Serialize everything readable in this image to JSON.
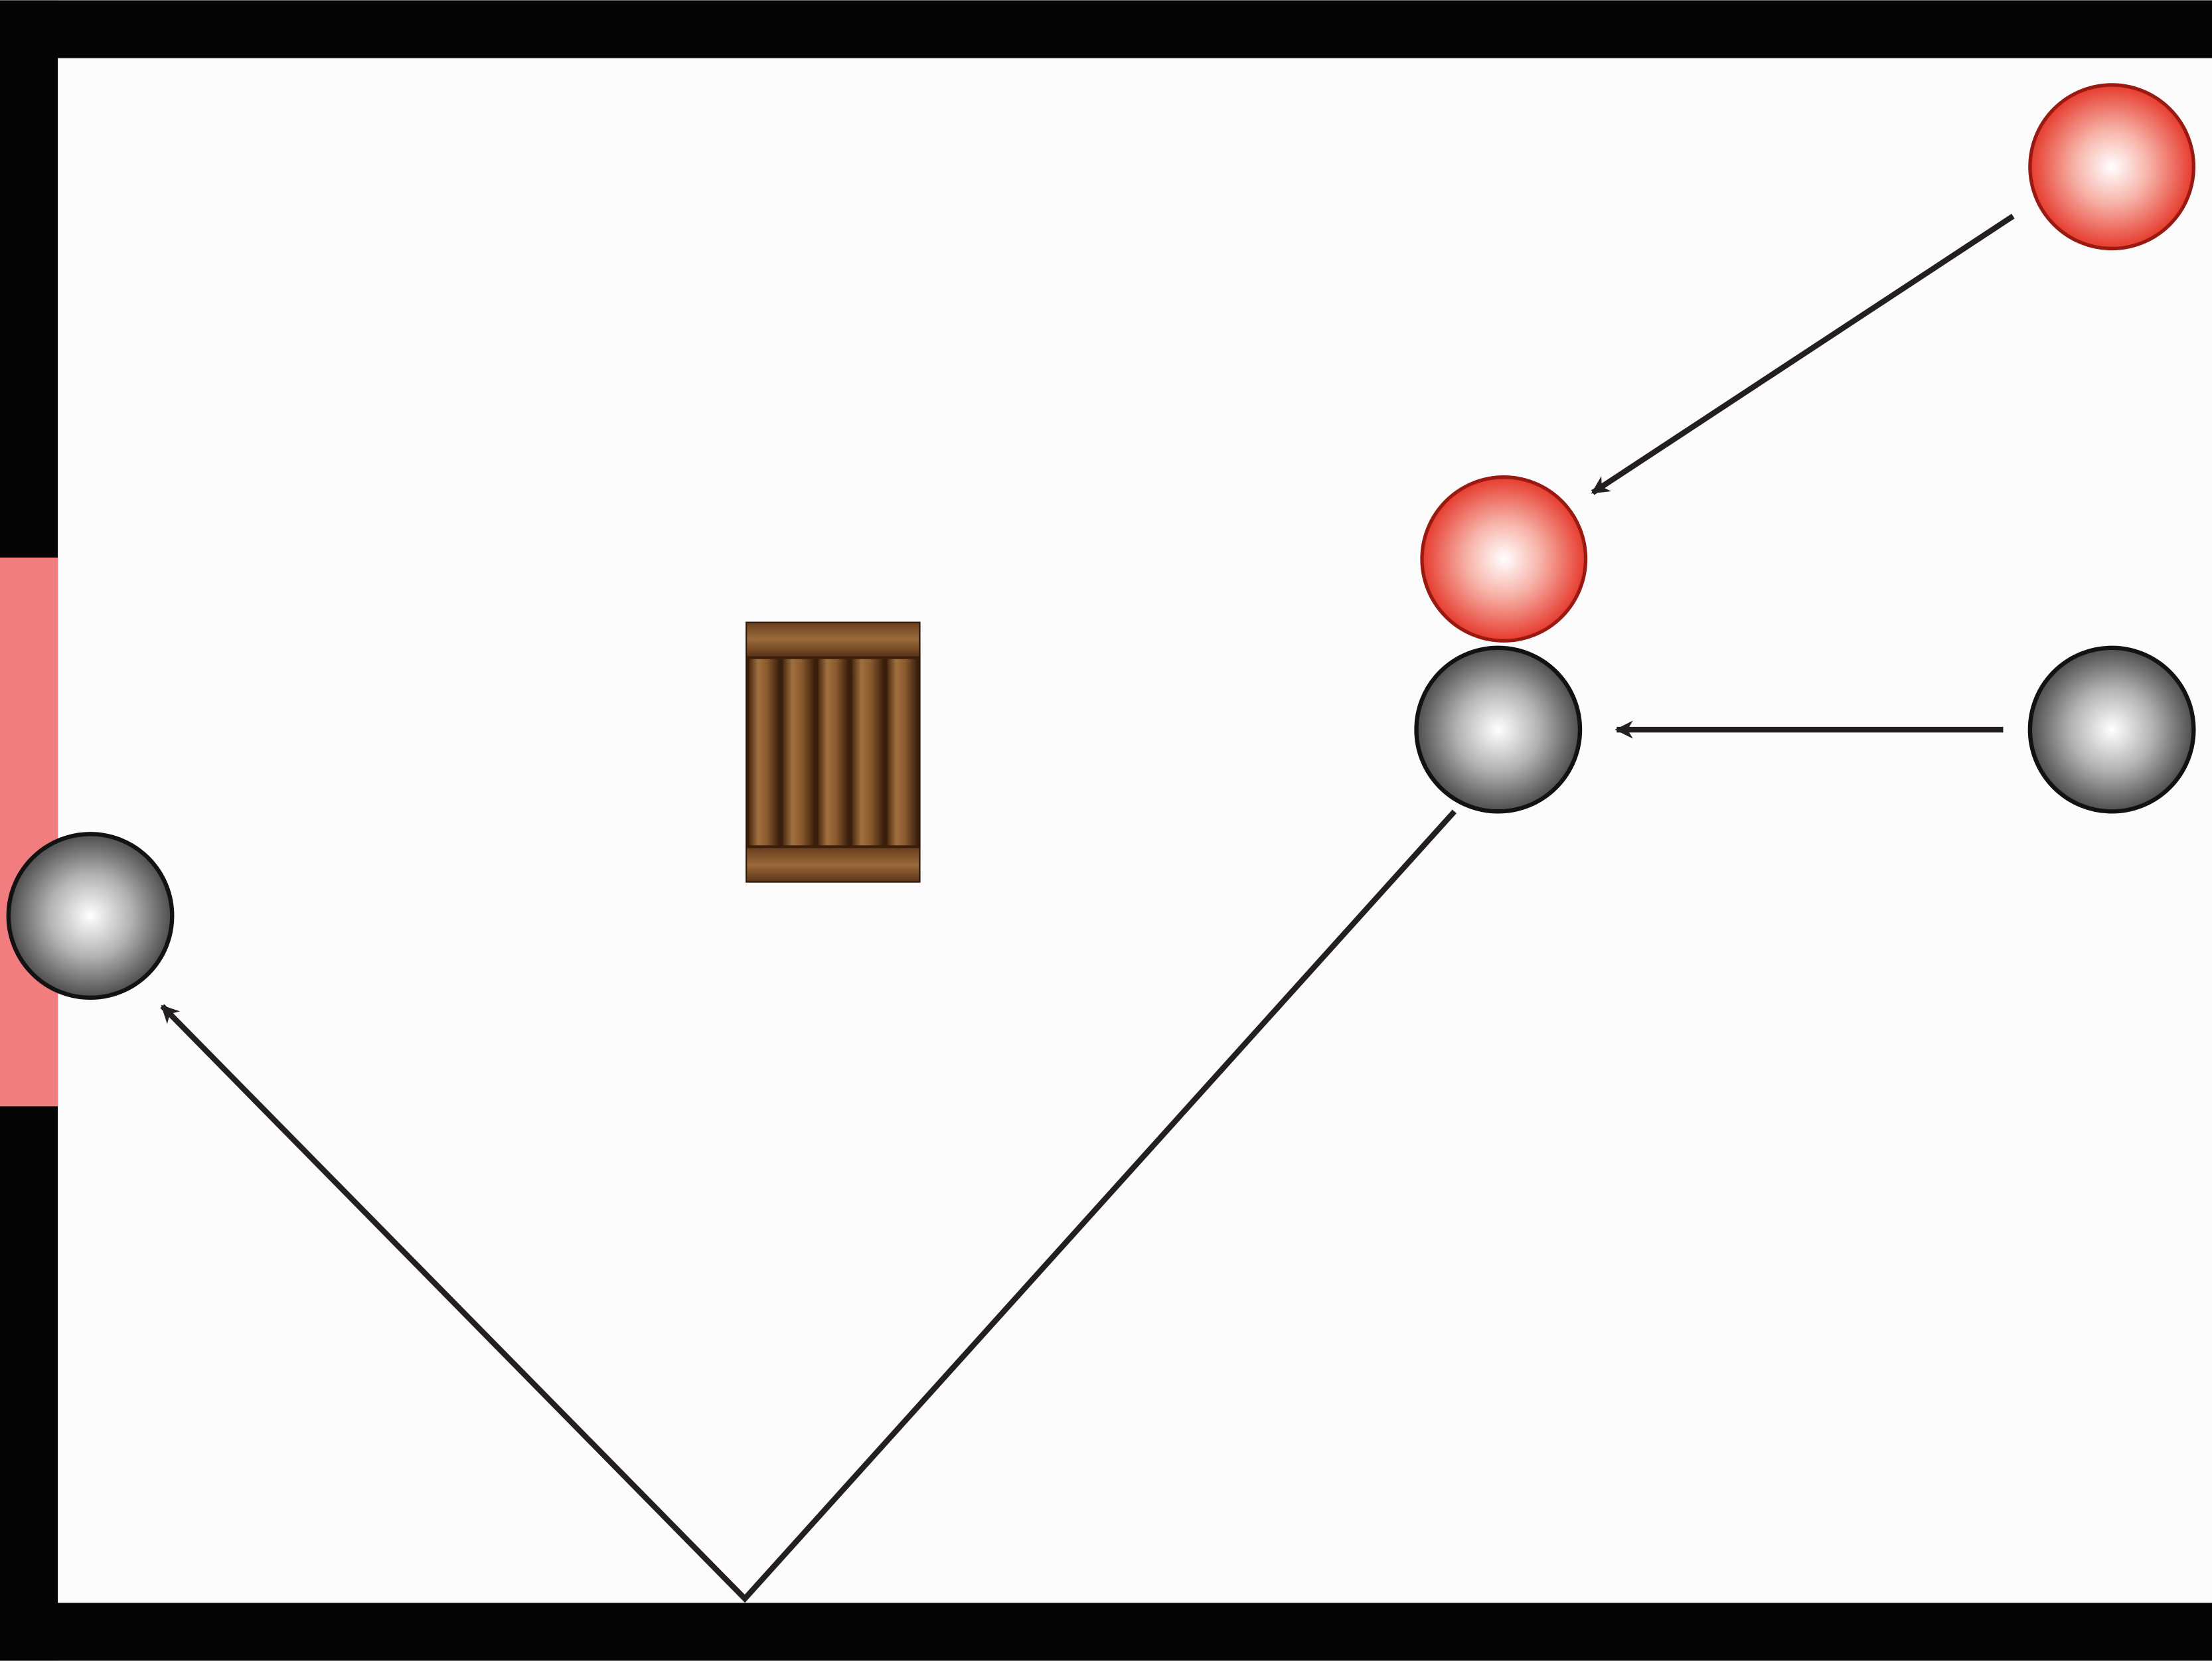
{
  "colors": {
    "background": "#fcfcfc",
    "wall": "#050505",
    "goal": "#f27d7f",
    "arrow": "#231f20",
    "red_ball_edge": "#9a1a12",
    "red_ball_base": "#e63b2e",
    "gray_ball_edge": "#121212",
    "gray_ball_base": "#5a5a5a",
    "crate_base": "#7a4a22"
  },
  "scene": {
    "walls": [
      "top",
      "left",
      "bottom"
    ],
    "goal": "left",
    "objects": {
      "red_balls": 2,
      "gray_balls": 3,
      "crate": 1,
      "arrows": 3
    },
    "icons": [
      "red-ball-icon",
      "gray-ball-icon",
      "wooden-crate-icon",
      "arrow-icon"
    ]
  }
}
